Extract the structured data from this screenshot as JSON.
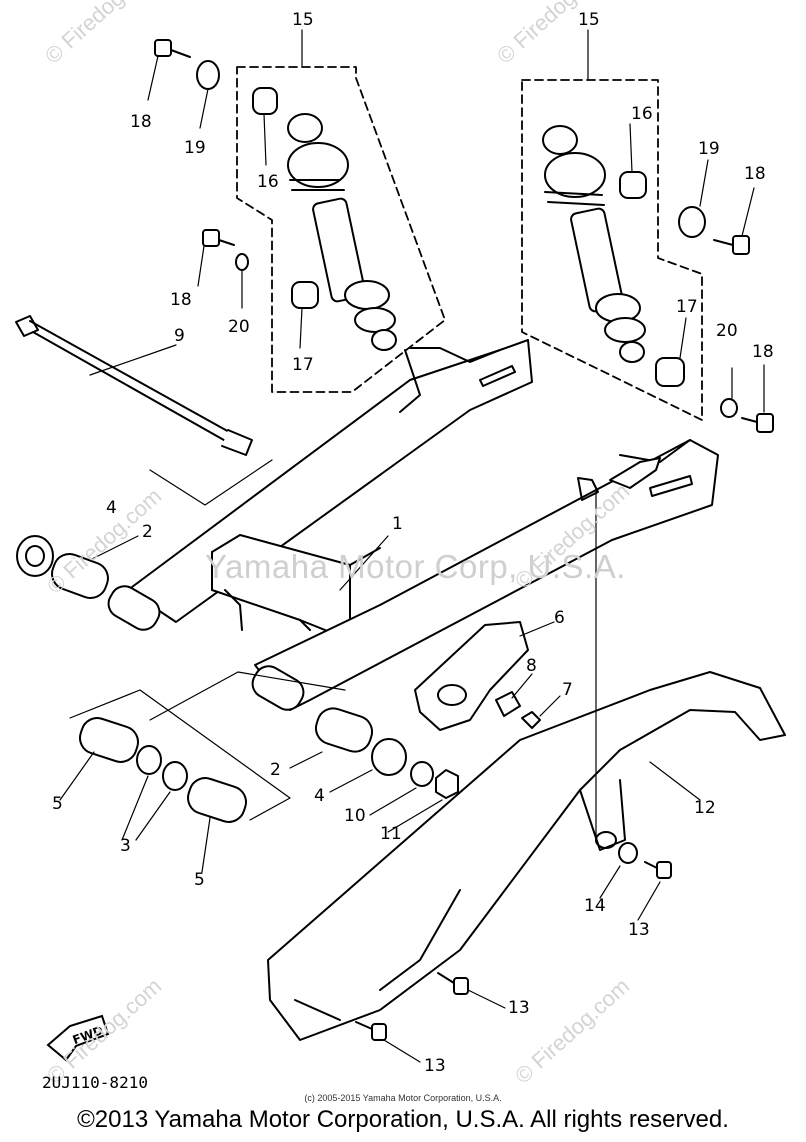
{
  "watermarks": {
    "center": "Yamaha Motor Corp, U.S.A.",
    "site": "© Firedog.com"
  },
  "callouts": {
    "c1": "1",
    "c2a": "2",
    "c2b": "2",
    "c3": "3",
    "c4a": "4",
    "c4b": "4",
    "c5a": "5",
    "c5b": "5",
    "c6": "6",
    "c7": "7",
    "c8": "8",
    "c9": "9",
    "c10": "10",
    "c11": "11",
    "c12": "12",
    "c13a": "13",
    "c13b": "13",
    "c13c": "13",
    "c14": "14",
    "c15a": "15",
    "c15b": "15",
    "c16a": "16",
    "c16b": "16",
    "c17a": "17",
    "c17b": "17",
    "c18a": "18",
    "c18b": "18",
    "c18c": "18",
    "c18d": "18",
    "c19a": "19",
    "c19b": "19",
    "c20a": "20",
    "c20b": "20"
  },
  "fwd_label": "FWD",
  "drawing_code": "2UJ110-8210",
  "footer": {
    "small": "(c) 2005-2015 Yamaha Motor Corporation, U.S.A.",
    "main": "©2013 Yamaha Motor Corporation, U.S.A. All rights reserved."
  }
}
